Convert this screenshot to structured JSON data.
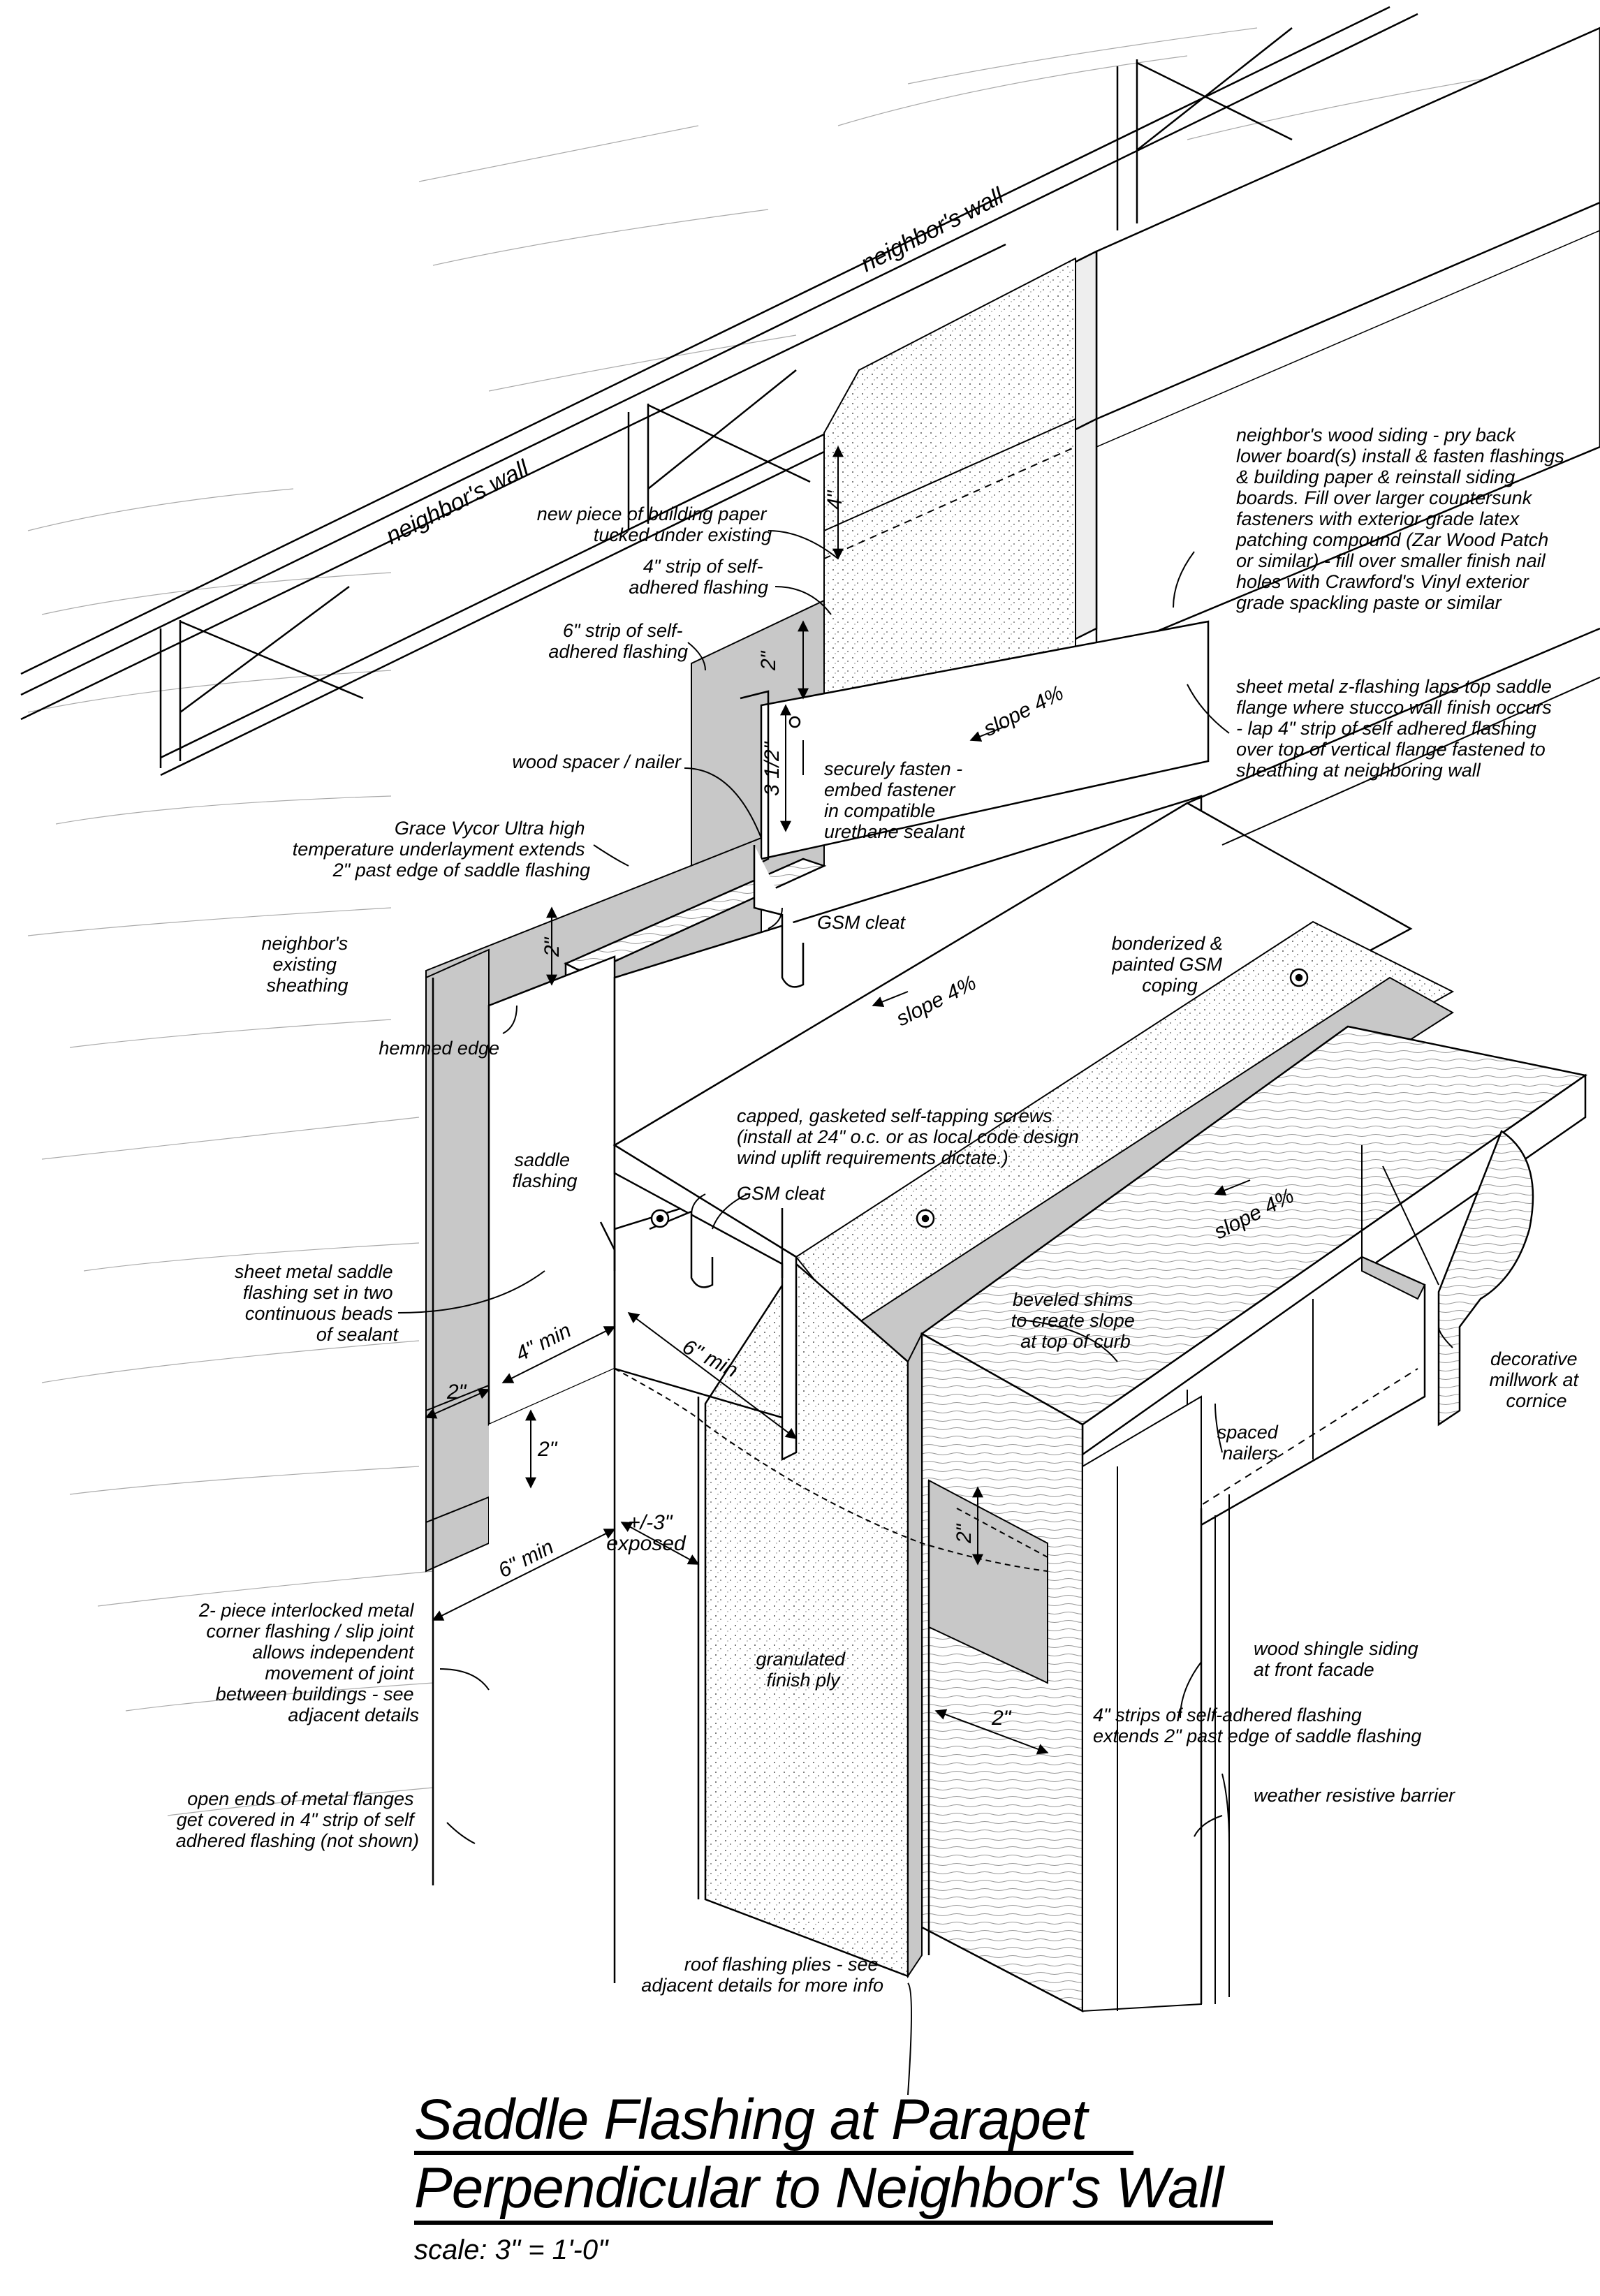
{
  "labels": {
    "neighbors_wall_1": "neighbor's wall",
    "neighbors_wall_2": "neighbor's wall",
    "building_paper": [
      "new piece of building paper",
      "tucked under existing"
    ],
    "strip_4in": [
      "4\" strip of self-",
      "adhered flashing"
    ],
    "strip_6in": [
      "6\" strip of self-",
      "adhered flashing"
    ],
    "wood_spacer": "wood spacer / nailer",
    "grace_vycor": [
      "Grace Vycor Ultra high",
      "temperature underlayment extends",
      "2\" past  edge of saddle flashing"
    ],
    "existing_sheathing": [
      "neighbor's",
      "existing",
      "sheathing"
    ],
    "hemmed_edge": "hemmed edge",
    "saddle_flashing": [
      "saddle",
      "flashing"
    ],
    "sealant_set": [
      "sheet metal saddle",
      "flashing set in two",
      "continuous beads",
      "of sealant"
    ],
    "corner_flashing": [
      "2- piece interlocked metal",
      "corner flashing / slip joint",
      "allows independent",
      "movement of joint",
      "between buildings - see",
      "adjacent details"
    ],
    "open_ends": [
      "open ends of metal flanges",
      "get covered in 4\" strip of self",
      "adhered flashing (not shown)"
    ],
    "wood_siding": [
      "neighbor's wood siding - pry back",
      "lower board(s) install & fasten flashings",
      "& building paper & reinstall siding",
      "boards.  Fill over larger countersunk",
      "fasteners  with exterior grade latex",
      "patching compound (Zar Wood Patch",
      "or similar) - fill over smaller finish nail",
      "holes with Crawford's Vinyl exterior",
      "grade spackling paste or similar"
    ],
    "z_flashing": [
      "sheet metal z-flashing laps top saddle",
      "flange where stucco wall finish occurs",
      "- lap 4\" strip of self adhered flashing",
      "over top of vertical flange fastened to",
      "sheathing at neighboring wall"
    ],
    "securely_fasten": [
      "securely fasten -",
      "embed fastener",
      "in compatible",
      "urethane sealant"
    ],
    "gsm_cleat_1": "GSM cleat",
    "gsm_cleat_2": "GSM cleat",
    "coping": [
      "bonderized &",
      "painted GSM",
      "coping"
    ],
    "screws": [
      "capped, gasketed self-tapping screws",
      "(install at 24\" o.c. or as local code design",
      "wind uplift requirements dictate.)"
    ],
    "beveled_shims": [
      "beveled shims",
      "to create slope",
      "at top of curb"
    ],
    "spaced_nailers": [
      "spaced",
      "nailers"
    ],
    "decorative_millwork": [
      "decorative",
      "millwork at",
      "cornice"
    ],
    "granulated_ply": [
      "granulated",
      "finish ply"
    ],
    "wood_shingle": [
      "wood shingle siding",
      "at front facade"
    ],
    "self_adhered_strips": [
      "4\" strips of self-adhered flashing",
      "extends 2\" past  edge of saddle flashing"
    ],
    "weather_barrier": "weather resistive barrier",
    "roof_plies": [
      "roof flashing plies  - see",
      "adjacent details for more info"
    ]
  },
  "dimensions": {
    "d_4in": "4\"",
    "d_2in_top": "2\"",
    "d_3half": "3 1/2\"",
    "slope_upper": "slope 4%",
    "slope_mid": "slope 4%",
    "slope_right": "slope 4%",
    "d_2in_left": "2\"",
    "d_4in_min": "4\" min",
    "d_6in_min_a": "6\" min",
    "d_2in_b": "2\"",
    "d_2in_c": "2\"",
    "d_6in_min_b": "6\" min",
    "d_exposed": [
      "+/-3\"",
      "exposed"
    ],
    "d_2in_d": "2\"",
    "d_2in_e": "2\""
  },
  "title": {
    "line1": "Saddle Flashing at Parapet",
    "line2": "Perpendicular to Neighbor's Wall",
    "scale": "scale:  3\" = 1'-0\""
  }
}
